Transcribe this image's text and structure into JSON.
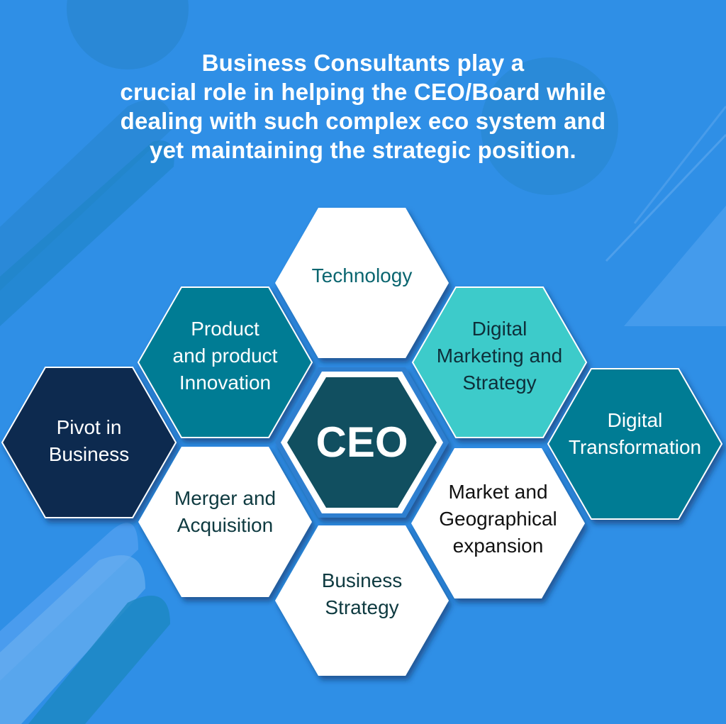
{
  "headline": {
    "lead": "Business Consultants",
    "rest_line1": " play a",
    "line2": "crucial role in helping the CEO/Board while",
    "line3": "dealing with such complex eco system and",
    "line4": "yet maintaining the strategic position."
  },
  "colors": {
    "background": "#2f8fe6",
    "white_hex": "#ffffff",
    "teal_hex": "#057b94",
    "aqua_hex": "#3ecbca",
    "navy_hex": "#0c2b50",
    "ceo_hex": "#114f60",
    "dark_text": "#0e3a40",
    "tech_text": "#0b6670"
  },
  "center": {
    "label": "CEO"
  },
  "hexagons": [
    {
      "id": "technology",
      "label": "Technology"
    },
    {
      "id": "product",
      "label": "Product and product Innovation",
      "lines": [
        "Product",
        "and product",
        "Innovation"
      ]
    },
    {
      "id": "digital-marketing",
      "lines": [
        "Digital",
        "Marketing and",
        "Strategy"
      ]
    },
    {
      "id": "pivot",
      "lines": [
        "Pivot in",
        "Business"
      ]
    },
    {
      "id": "digital-transformation",
      "lines": [
        "Digital",
        "Transformation"
      ]
    },
    {
      "id": "merger",
      "lines": [
        "Merger and",
        "Acquisition"
      ]
    },
    {
      "id": "market",
      "lines": [
        "Market and",
        "Geographical",
        "expansion"
      ]
    },
    {
      "id": "business-strategy",
      "lines": [
        "Business",
        "Strategy"
      ]
    }
  ]
}
